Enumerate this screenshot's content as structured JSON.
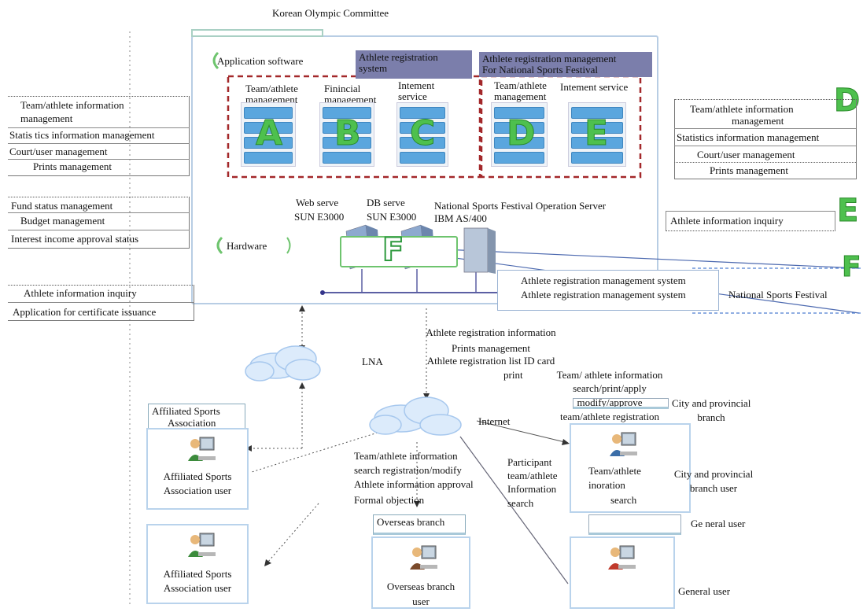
{
  "header": {
    "title": "Korean Olympic Committee"
  },
  "main_panel": {
    "app_software_label": "Application software",
    "hardware_label": "Hardware",
    "athlete_system_title": "Athlete registration system",
    "national_system_title_1": "Athlete registration management",
    "national_system_title_2": "For National Sports Festival",
    "modules": [
      {
        "letter": "A",
        "label": "Team/athlete management"
      },
      {
        "letter": "B",
        "label": "Finincial management"
      },
      {
        "letter": "C",
        "label": "Intement service"
      },
      {
        "letter": "D",
        "label": "Team/athlete management"
      },
      {
        "letter": "E",
        "label": "Intement service"
      }
    ],
    "servers": {
      "web_1": "Web serve",
      "web_2": "SUN E3000",
      "db_1": "DB serve",
      "db_2": "SUN E3000",
      "nsf_1": "National Sports Festival Operation Server",
      "nsf_2": "IBM AS/400"
    },
    "f_letter": "F"
  },
  "left_functions": {
    "group_a": [
      "Team/athlete information",
      "management",
      "Statis tics information management",
      "Court/user management",
      "Prints management"
    ],
    "group_b": [
      "Fund status management",
      "Budget management",
      "Interest income approval status"
    ],
    "group_c": [
      "Athlete information inquiry",
      "Application for certificate issuance"
    ]
  },
  "right_functions": {
    "d_letter": "D",
    "e_letter": "E",
    "f_letter": "F",
    "group_d": [
      "Team/athlete information",
      "management",
      "Statistics information management",
      "Court/user management",
      "Prints management"
    ],
    "group_e": [
      "Athlete information inquiry"
    ],
    "group_f": [
      "Athlete registration management system",
      "Athlete registration management system",
      "National Sports Festival"
    ]
  },
  "network": {
    "lna": "LNA",
    "internet": "Internet",
    "center_top": [
      "Athlete registration information",
      "Prints management",
      "Athlete registration list ID card",
      "print"
    ],
    "to_city": [
      "Team/ athlete information",
      "search/print/apply",
      "modify/approve",
      "team/athlete registration"
    ],
    "from_affiliated": [
      "Team/athlete information",
      "search registration/modify",
      "Athlete information approval",
      "Formal objection"
    ],
    "participant": [
      "Participant",
      "team/athlete",
      "Information",
      "search"
    ]
  },
  "users": {
    "affiliated_box_title_1": "Affiliated Sports",
    "affiliated_box_title_2": "Association",
    "affiliated_user_1_a": "Affiliated Sports",
    "affiliated_user_1_b": "Association user",
    "affiliated_user_2_a": "Affiliated Sports",
    "affiliated_user_2_b": "Association user",
    "overseas_title": "Overseas branch",
    "overseas_user_a": "Overseas branch",
    "overseas_user_b": "user",
    "city_title_1": "City and provincial",
    "city_title_2": "branch",
    "city_box_1": "Team/athlete",
    "city_box_2": "inoration",
    "city_box_3": "search",
    "city_user_1": "City and provincial",
    "city_user_2": "branch user",
    "general_title": "Ge neral user",
    "general_user": "General user"
  },
  "colors": {
    "purple_header": "#7b7eab",
    "letter_green": "#4ec04e",
    "server_blue": "#5aa6de",
    "dashed_red": "#a3282a",
    "panel_border": "#b8cde4"
  }
}
